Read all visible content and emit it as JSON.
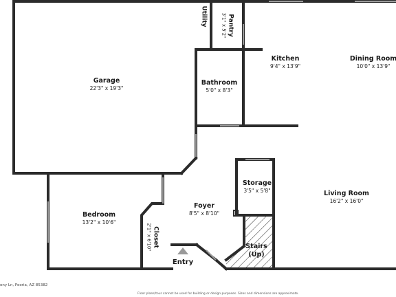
{
  "rooms": {
    "garage": {
      "name": "Garage",
      "dims": "22'3\" x 19'3\""
    },
    "bathroom": {
      "name": "Bathroom",
      "dims": "5'0\" x 8'3\""
    },
    "kitchen": {
      "name": "Kitchen",
      "dims": "9'4\" x 13'9\""
    },
    "dining": {
      "name": "Dining Room",
      "dims": "10'0\" x 13'9\""
    },
    "bedroom": {
      "name": "Bedroom",
      "dims": "13'2\" x 10'6\""
    },
    "foyer": {
      "name": "Foyer",
      "dims": "8'5\" x 8'10\""
    },
    "storage": {
      "name": "Storage",
      "dims": "3'5\" x 5'8\""
    },
    "living": {
      "name": "Living Room",
      "dims": "16'2\" x 16'0\""
    },
    "stairs": {
      "name": "Stairs",
      "note": "(Up)"
    },
    "utility": {
      "name": "Utility"
    },
    "pantry": {
      "name": "Pantry",
      "dims": "3'1\" x 5'2\""
    },
    "closet": {
      "name": "Closet",
      "dims": "2'1\" x 6'10\""
    }
  },
  "entry": {
    "label": "Entry"
  },
  "footer": {
    "address": "ony Ln, Peoria, AZ 85382",
    "disclaimer": "Floor plans/tour cannot be used for building or design purposes. Sizes and dimensions are approximate."
  },
  "colors": {
    "wall": "#2b2b2b",
    "window": "#9a9a9a",
    "hatch": "#333333",
    "background": "#ffffff"
  }
}
